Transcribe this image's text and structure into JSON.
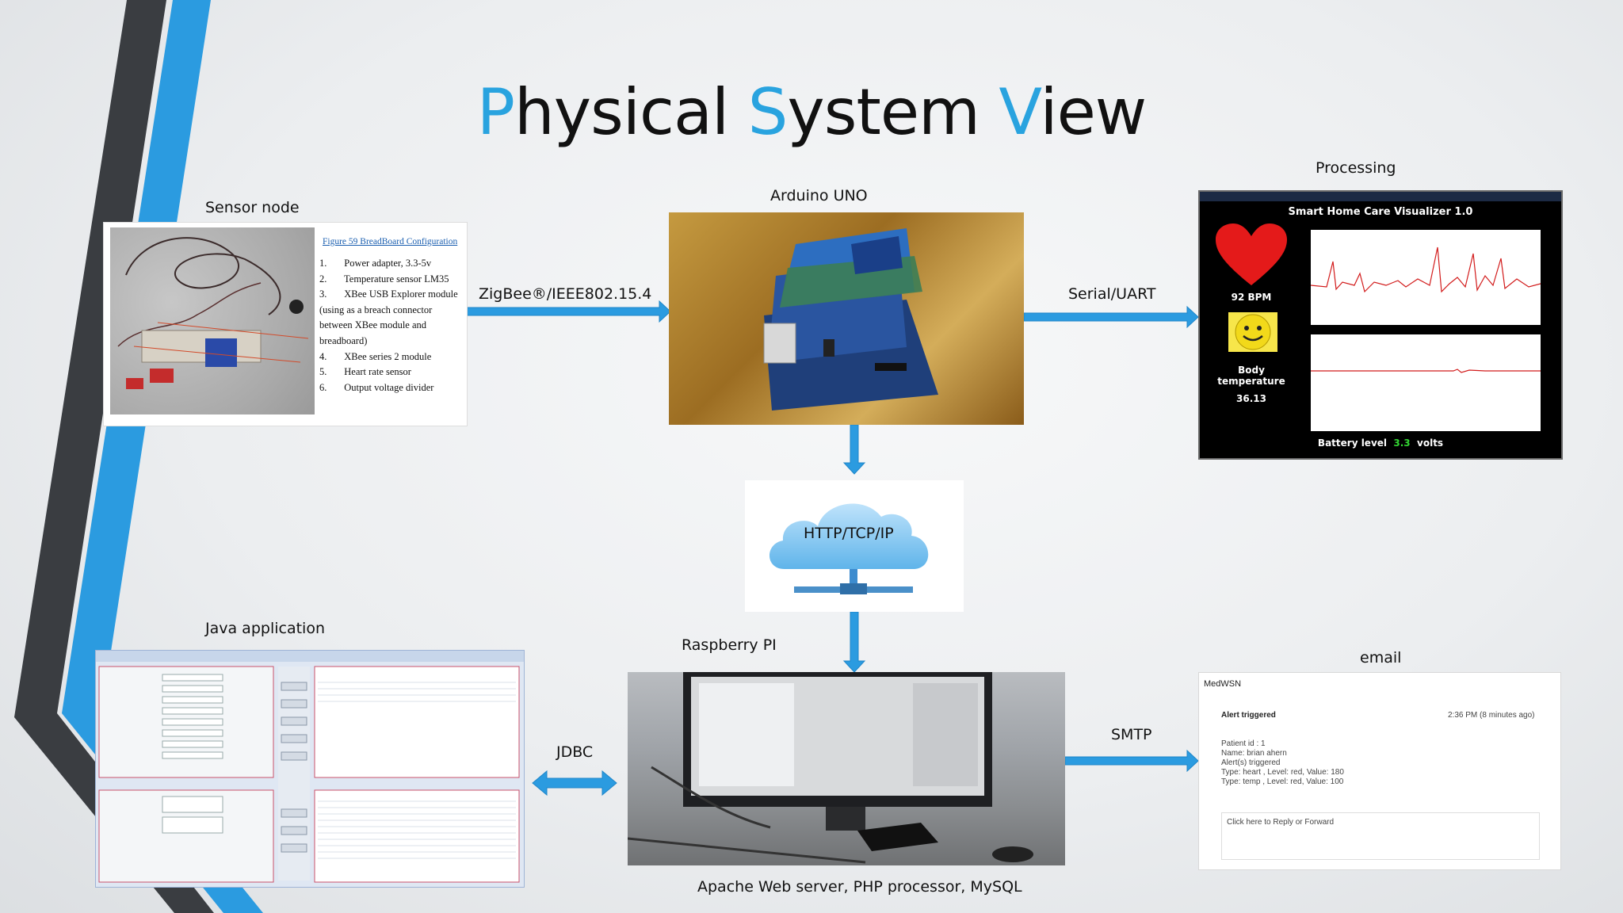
{
  "title": {
    "p1": "P",
    "p2": "hysical ",
    "p3": "S",
    "p4": "ystem ",
    "p5": "V",
    "p6": "iew"
  },
  "colors": {
    "accent": "#29a3df",
    "arrow": "#2b9be0",
    "dark_stripe": "#3a3d41"
  },
  "nodes": {
    "sensor": {
      "label": "Sensor node",
      "figure_caption": "Figure 59 BreadBoard Configuration",
      "items": [
        "1.       Power adapter, 3.3-5v",
        "2.       Temperature sensor LM35",
        "3.       XBee USB Explorer module",
        "(using as a breach connector",
        "between XBee module and",
        "breadboard)",
        "4.       XBee series 2 module",
        "5.       Heart rate sensor",
        "6.       Output voltage divider"
      ]
    },
    "arduino": {
      "label": "Arduino UNO"
    },
    "processing": {
      "label": "Processing",
      "window_title": "Smart Home Care Visualizer 1.0",
      "bpm": "92 BPM",
      "body_temp_label_1": "Body",
      "body_temp_label_2": "temperature",
      "body_temp_value": "36.13",
      "battery_label": "Battery level",
      "battery_value": "3.3",
      "battery_unit": "volts"
    },
    "cloud": {
      "label": "HTTP/TCP/IP"
    },
    "raspberry": {
      "label": "Raspberry PI",
      "caption": "Apache Web server, PHP processor, MySQL"
    },
    "java": {
      "label": "Java application"
    },
    "email": {
      "label": "email",
      "header": "MedWSN",
      "subject": "Alert triggered",
      "time": "2:36 PM (8 minutes ago)",
      "body": [
        "Patient id : 1",
        "Name: brian ahern",
        "Alert(s) triggered",
        "Type: heart , Level: red, Value: 180",
        "Type: temp , Level: red, Value: 100"
      ],
      "reply_hint": "Click here to Reply or Forward"
    }
  },
  "links": {
    "zigbee": "ZigBee®/IEEE802.15.4",
    "serial": "Serial/UART",
    "jdbc": "JDBC",
    "smtp": "SMTP"
  }
}
